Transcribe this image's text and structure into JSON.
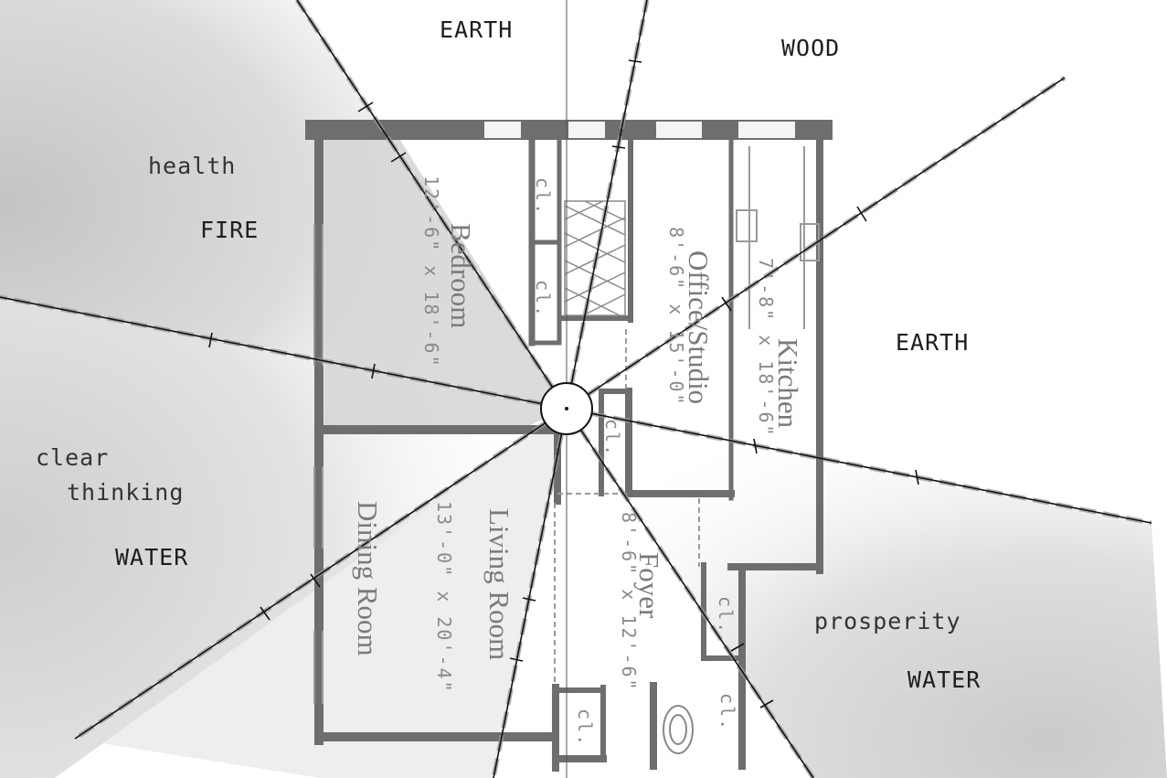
{
  "diagram": {
    "elements": {
      "top_left": "EARTH",
      "top_right": "WOOD",
      "left_upper": "FIRE",
      "right": "EARTH",
      "left_lower": "WATER",
      "bottom_right": "WATER"
    },
    "aspirations": {
      "health": "health",
      "clear_thinking_1": "clear",
      "clear_thinking_2": "thinking",
      "prosperity": "prosperity"
    },
    "rooms": {
      "bedroom": "Bedroom",
      "office": "Office/Studio",
      "kitchen": "Kitchen",
      "living": "Living Room",
      "dining": "Dining Room",
      "foyer": "Foyer"
    },
    "dimensions": {
      "bedroom": "12'-6\" x 18'-6\"",
      "office": "8'-6\" x 15'-0\"",
      "kitchen": "7'-8\" x 18'-6\"",
      "living": "13'-0\" x 20'-4\"",
      "foyer": "8'-6\" x 12'-6\""
    },
    "closet_label": "cl."
  }
}
